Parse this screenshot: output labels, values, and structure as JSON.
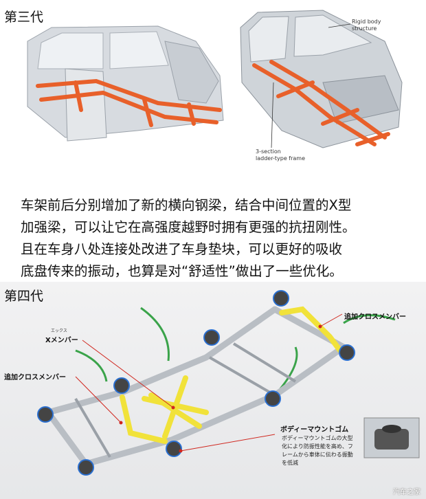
{
  "top": {
    "gen_label": "第三代",
    "callout_body": [
      "Rigid body",
      "structure"
    ],
    "callout_frame": [
      "3-section",
      "ladder-type frame"
    ]
  },
  "paragraph": [
    "车架前后分别增加了新的横向钢梁，结合中间位置的X型",
    "加强梁，可以让它在高强度越野时拥有更强的抗扭刚性。",
    "且在车身八处连接处改进了车身垫块，可以更好的吸收",
    "底盘传来的振动，也算是对“舒适性”做出了一些优化。"
  ],
  "bottom": {
    "gen_label": "第四代",
    "label_cross_right": "追加クロスメンバー",
    "label_x_ruby": "エックス",
    "label_x": "Xメンバー",
    "label_cross_left": "追加クロスメンバー",
    "label_mount": "ボディーマウントゴム",
    "mount_desc": [
      "ボディーマウントゴムの大型",
      "化により防振性能を高め、フ",
      "レームから車体に伝わる振動",
      "を低減"
    ]
  },
  "watermark": "汽车之家",
  "colors": {
    "frame_orange": "#e8602a",
    "cross_yellow": "#f1e23a",
    "leader_red": "#d0261e",
    "mount_blue": "#2a6fd0",
    "arrow_green": "#3aa34a"
  }
}
